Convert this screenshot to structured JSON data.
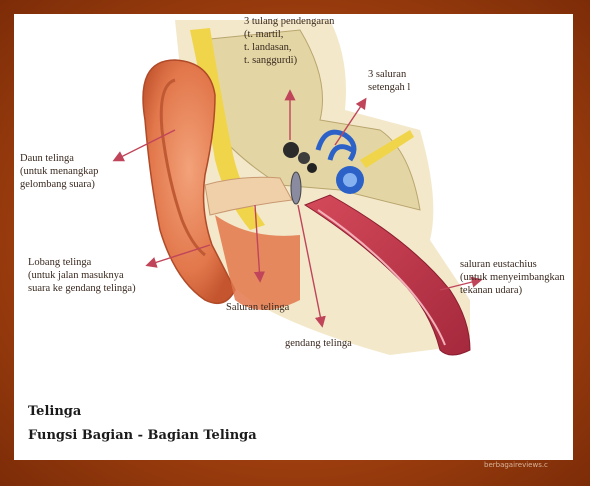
{
  "diagram": {
    "labels": {
      "ossicles": [
        "3 tulang pendengaran",
        "(t. martil,",
        "t. landasan,",
        "t. sanggurdi)"
      ],
      "canals": [
        "3 saluran",
        "setengah l"
      ],
      "pinna": [
        "Daun telinga",
        "(untuk menangkap",
        "gelombang suara)"
      ],
      "ear_hole": [
        "Lobang telinga",
        "(untuk jalan masuknya",
        "suara ke gendang telinga)"
      ],
      "eustachian": [
        "saluran eustachius",
        "(untuk menyeimbangkan",
        "tekanan udara)"
      ],
      "ear_canal": "Saluran telinga",
      "eardrum": "gendang telinga"
    },
    "caption": {
      "title": "Telinga",
      "subtitle": "Fungsi Bagian - Bagian Telinga"
    },
    "watermark": "berbagaireviews.c",
    "colors": {
      "frame": "#b0471a",
      "arrow": "#c0455a",
      "skin": "#e7885f",
      "bone": "#e8dcae",
      "cochlea": "#2c62c8",
      "tube": "#c8364c"
    }
  }
}
